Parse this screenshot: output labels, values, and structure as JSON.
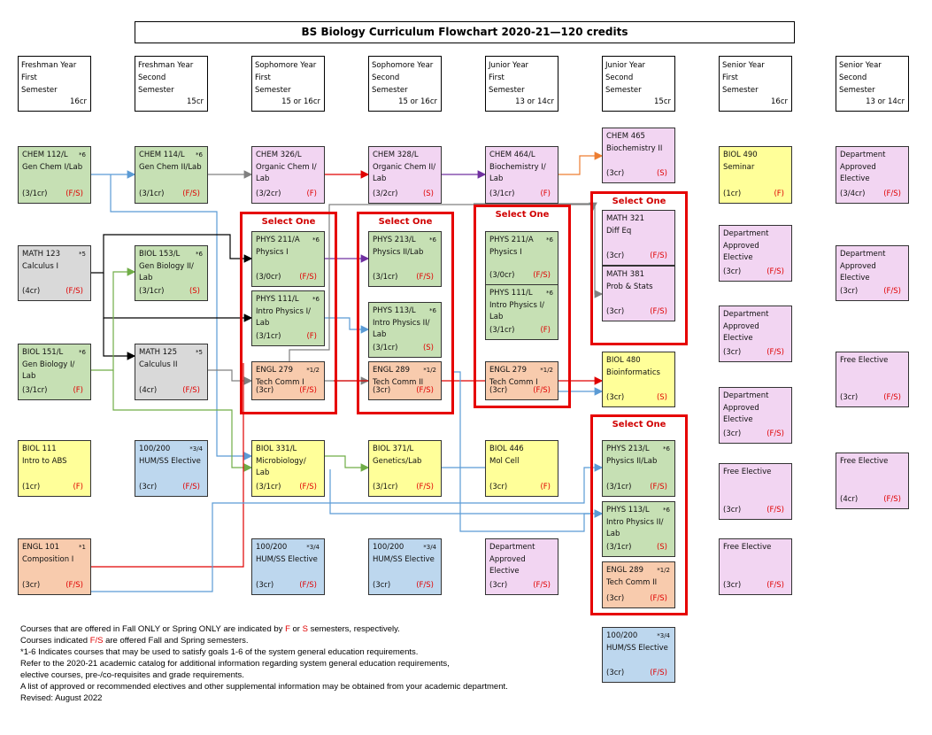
{
  "title": "BS Biology Curriculum Flowchart 2020-21—120 credits",
  "semesters": [
    {
      "l1": "Freshman Year",
      "l2": "First",
      "l3": "Semester",
      "cr": "16cr"
    },
    {
      "l1": "Freshman Year",
      "l2": "Second",
      "l3": "Semester",
      "cr": "15cr"
    },
    {
      "l1": "Sophomore Year",
      "l2": "First",
      "l3": "Semester",
      "cr": "15 or 16cr"
    },
    {
      "l1": "Sophomore Year",
      "l2": "Second",
      "l3": "Semester",
      "cr": "15 or 16cr"
    },
    {
      "l1": "Junior Year",
      "l2": "First",
      "l3": "Semester",
      "cr": "13 or 14cr"
    },
    {
      "l1": "Junior Year",
      "l2": "Second",
      "l3": "Semester",
      "cr": "15cr"
    },
    {
      "l1": "Senior Year",
      "l2": "First",
      "l3": "Semester",
      "cr": "16cr"
    },
    {
      "l1": "Senior Year",
      "l2": "Second",
      "l3": "Semester",
      "cr": "13 or 14cr"
    }
  ],
  "select_one": "Select One",
  "courses": {
    "chem112": {
      "code": "CHEM 112/L",
      "ast": "*6",
      "name": "Gen Chem I/Lab",
      "cr": "(3/1cr)",
      "sem": "(F/S)"
    },
    "math123": {
      "code": "MATH 123",
      "ast": "*5",
      "name": "Calculus I",
      "cr": "(4cr)",
      "sem": "(F/S)"
    },
    "biol151": {
      "code": "BIOL 151/L",
      "ast": "*6",
      "name": "Gen Biology I/ Lab",
      "cr": "(3/1cr)",
      "sem": "(F)"
    },
    "biol111": {
      "code": "BIOL 111",
      "ast": "",
      "name": "Intro to ABS",
      "cr": "(1cr)",
      "sem": "(F)"
    },
    "engl101": {
      "code": "ENGL 101",
      "ast": "*1",
      "name": "Composition I",
      "cr": "(3cr)",
      "sem": "(F/S)"
    },
    "chem114": {
      "code": "CHEM 114/L",
      "ast": "*6",
      "name": "Gen Chem II/Lab",
      "cr": "(3/1cr)",
      "sem": "(F/S)"
    },
    "biol153": {
      "code": "BIOL 153/L",
      "ast": "*6",
      "name": "Gen Biology II/ Lab",
      "cr": "(3/1cr)",
      "sem": "(S)"
    },
    "math125": {
      "code": "MATH 125",
      "ast": "*5",
      "name": "Calculus II",
      "cr": "(4cr)",
      "sem": "(F/S)"
    },
    "hum1": {
      "code": "100/200",
      "ast": "*3/4",
      "name": "HUM/SS Elective",
      "cr": "(3cr)",
      "sem": "(F/S)"
    },
    "chem326": {
      "code": "CHEM 326/L",
      "ast": "",
      "name": "Organic Chem I/ Lab",
      "cr": "(3/2cr)",
      "sem": "(F)"
    },
    "phys211a": {
      "code": "PHYS 211/A",
      "ast": "*6",
      "name": "Physics I",
      "cr": "(3/0cr)",
      "sem": "(F/S)"
    },
    "phys111a": {
      "code": "PHYS 111/L",
      "ast": "*6",
      "name": "Intro Physics I/ Lab",
      "cr": "(3/1cr)",
      "sem": "(F)"
    },
    "engl279a": {
      "code": "ENGL 279",
      "ast": "*1/2",
      "name": "Tech Comm I",
      "cr": "(3cr)",
      "sem": "(F/S)"
    },
    "biol331": {
      "code": "BIOL 331/L",
      "ast": "",
      "name": "Microbiology/ Lab",
      "cr": "(3/1cr)",
      "sem": "(F/S)"
    },
    "hum2": {
      "code": "100/200",
      "ast": "*3/4",
      "name": "HUM/SS Elective",
      "cr": "(3cr)",
      "sem": "(F/S)"
    },
    "chem328": {
      "code": "CHEM 328/L",
      "ast": "",
      "name": "Organic Chem II/ Lab",
      "cr": "(3/2cr)",
      "sem": "(S)"
    },
    "phys213a": {
      "code": "PHYS 213/L",
      "ast": "*6",
      "name": "Physics II/Lab",
      "cr": "(3/1cr)",
      "sem": "(F/S)"
    },
    "phys113a": {
      "code": "PHYS 113/L",
      "ast": "*6",
      "name": "Intro Physics II/ Lab",
      "cr": "(3/1cr)",
      "sem": "(S)"
    },
    "engl289a": {
      "code": "ENGL 289",
      "ast": "*1/2",
      "name": "Tech Comm II",
      "cr": "(3cr)",
      "sem": "(F/S)"
    },
    "biol371": {
      "code": "BIOL 371/L",
      "ast": "",
      "name": "Genetics/Lab",
      "cr": "(3/1cr)",
      "sem": "(F/S)"
    },
    "hum3": {
      "code": "100/200",
      "ast": "*3/4",
      "name": "HUM/SS Elective",
      "cr": "(3cr)",
      "sem": "(F/S)"
    },
    "chem464": {
      "code": "CHEM 464/L",
      "ast": "",
      "name": "Biochemistry I/ Lab",
      "cr": "(3/1cr)",
      "sem": "(F)"
    },
    "phys211b": {
      "code": "PHYS 211/A",
      "ast": "*6",
      "name": "Physics I",
      "cr": "(3/0cr)",
      "sem": "(F/S)"
    },
    "phys111b": {
      "code": "PHYS 111/L",
      "ast": "*6",
      "name": "Intro Physics I/ Lab",
      "cr": "(3/1cr)",
      "sem": "(F)"
    },
    "engl279b": {
      "code": "ENGL 279",
      "ast": "*1/2",
      "name": "Tech Comm I",
      "cr": "(3cr)",
      "sem": "(F/S)"
    },
    "biol446": {
      "code": "BIOL 446",
      "ast": "",
      "name": "Mol Cell",
      "cr": "(3cr)",
      "sem": "(F)"
    },
    "dept5": {
      "code": "Department",
      "ast": "",
      "name": "Approved Elective",
      "cr": "(3cr)",
      "sem": "(F/S)"
    },
    "chem465": {
      "code": "CHEM 465",
      "ast": "",
      "name": "Biochemistry II",
      "cr": "(3cr)",
      "sem": "(S)"
    },
    "math321": {
      "code": "MATH 321",
      "ast": "",
      "name": "Diff Eq",
      "cr": "(3cr)",
      "sem": "(F/S)"
    },
    "math381": {
      "code": "MATH 381",
      "ast": "",
      "name": "Prob & Stats",
      "cr": "(3cr)",
      "sem": "(F/S)"
    },
    "biol480": {
      "code": "BIOL 480",
      "ast": "",
      "name": "Bioinformatics",
      "cr": "(3cr)",
      "sem": "(S)"
    },
    "phys213b": {
      "code": "PHYS 213/L",
      "ast": "*6",
      "name": "Physics II/Lab",
      "cr": "(3/1cr)",
      "sem": "(F/S)"
    },
    "phys113b": {
      "code": "PHYS 113/L",
      "ast": "*6",
      "name": "Intro Physics II/ Lab",
      "cr": "(3/1cr)",
      "sem": "(S)"
    },
    "engl289b": {
      "code": "ENGL 289",
      "ast": "*1/2",
      "name": "Tech Comm II",
      "cr": "(3cr)",
      "sem": "(F/S)"
    },
    "hum4": {
      "code": "100/200",
      "ast": "*3/4",
      "name": "HUM/SS Elective",
      "cr": "(3cr)",
      "sem": "(F/S)"
    },
    "biol490": {
      "code": "BIOL 490",
      "ast": "",
      "name": "Seminar",
      "cr": "(1cr)",
      "sem": "(F)"
    },
    "dept7a": {
      "code": "Department",
      "ast": "",
      "name": "Approved Elective",
      "cr": "(3cr)",
      "sem": "(F/S)"
    },
    "dept7b": {
      "code": "Department",
      "ast": "",
      "name": "Approved Elective",
      "cr": "(3cr)",
      "sem": "(F/S)"
    },
    "dept7c": {
      "code": "Department",
      "ast": "",
      "name": "Approved Elective",
      "cr": "(3cr)",
      "sem": "(F/S)"
    },
    "free7a": {
      "code": "Free Elective",
      "ast": "",
      "name": "",
      "cr": "(3cr)",
      "sem": "(F/S)"
    },
    "free7b": {
      "code": "Free Elective",
      "ast": "",
      "name": "",
      "cr": "(3cr)",
      "sem": "(F/S)"
    },
    "dept8a": {
      "code": "Department",
      "ast": "",
      "name": "Approved Elective",
      "cr": "(3/4cr)",
      "sem": "(F/S)"
    },
    "dept8b": {
      "code": "Department",
      "ast": "",
      "name": "Approved Elective",
      "cr": "(3cr)",
      "sem": "(F/S)"
    },
    "free8a": {
      "code": "Free Elective",
      "ast": "",
      "name": "",
      "cr": "(3cr)",
      "sem": "(F/S)"
    },
    "free8b": {
      "code": "Free Elective",
      "ast": "",
      "name": "",
      "cr": "(4cr)",
      "sem": "(F/S)"
    }
  },
  "notes": {
    "n1a": "Courses that are offered in Fall ONLY or Spring ONLY are indicated by ",
    "n1f": "F",
    "n1or": " or ",
    "n1s": "S",
    "n1b": " semesters, respectively.",
    "n2a": "Courses indicated ",
    "n2fs": "F/S",
    "n2b": " are offered Fall and Spring semesters.",
    "n3": "*1-6 Indicates courses that may be used to satisfy goals 1-6 of the system general education requirements.",
    "n4": "Refer to the 2020-21 academic catalog for additional information regarding system general education requirements,",
    "n5": "elective courses, pre-/co-requisites and grade requirements.",
    "n6": "A list of approved or recommended electives and other supplemental information may be obtained from your academic department.",
    "n7": "Revised: August 2022"
  }
}
